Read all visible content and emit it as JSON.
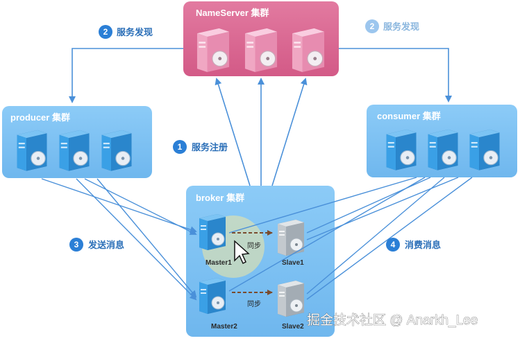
{
  "nameserver": {
    "title": "NameServer 集群"
  },
  "producer": {
    "title": "producer 集群"
  },
  "consumer": {
    "title": "consumer 集群"
  },
  "broker": {
    "title": "broker 集群",
    "master1": "Master1",
    "master2": "Master2",
    "slave1": "Slave1",
    "slave2": "Slave2",
    "sync_label": "同步"
  },
  "steps": {
    "discovery_left": {
      "num": "2",
      "label": "服务发现"
    },
    "discovery_right": {
      "num": "2",
      "label": "服务发现"
    },
    "register": {
      "num": "1",
      "label": "服务注册"
    },
    "send": {
      "num": "3",
      "label": "发送消息"
    },
    "consume": {
      "num": "4",
      "label": "消费消息"
    }
  },
  "watermark": "掘金技术社区 @ Anarkh_Lee",
  "colors": {
    "nameserver_box": "#d9668f",
    "cluster_box": "#7ec3f5",
    "arrow": "#4a90d9",
    "step_badge": "#2b7fd6",
    "step_badge_faded": "#9cc6ee",
    "sync_arrow": "#8a5a3c",
    "server_blue": "#2e8fd6",
    "server_pink": "#e58fb0",
    "server_gray": "#9aa3ab"
  }
}
